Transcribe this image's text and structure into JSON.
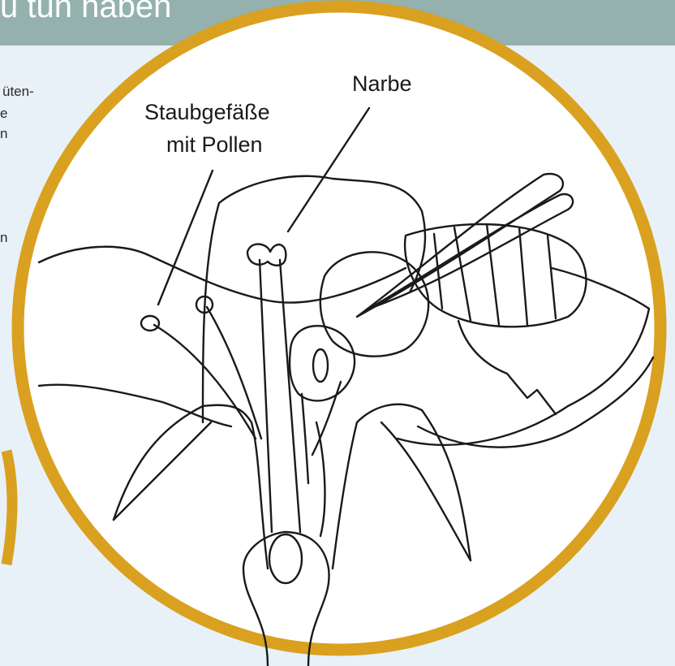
{
  "header": {
    "title": "u tun haben"
  },
  "side_text": {
    "line1": "üten-",
    "line2": "e",
    "line3": "n",
    "line4": "n"
  },
  "labels": {
    "stamens_line1": "Staubgefäße",
    "stamens_line2": "mit Pollen",
    "stigma": "Narbe"
  },
  "colors": {
    "background": "#e8f1f8",
    "header_bar": "#94b1ad",
    "ring": "#d9a11f",
    "drawing_stroke": "#1a1a1a"
  }
}
